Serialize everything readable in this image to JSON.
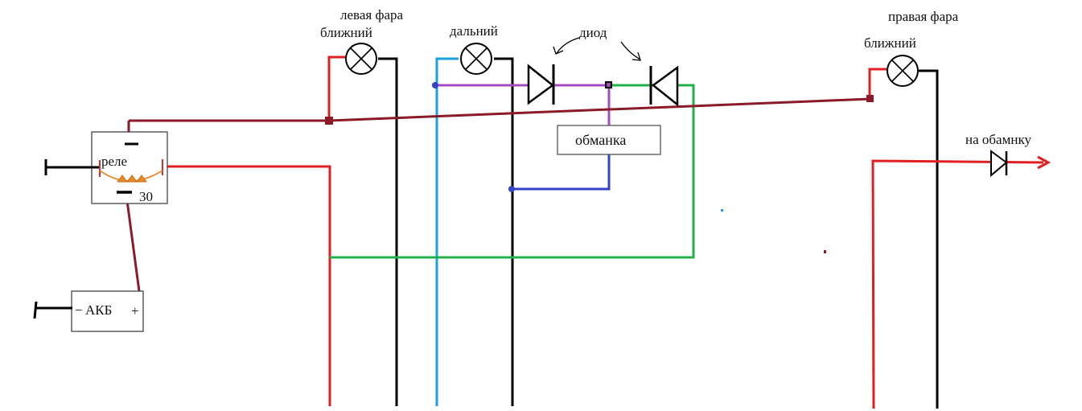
{
  "labels": {
    "left_headlight": "левая фара",
    "left_low_beam": "ближний",
    "left_high_beam": "дальний",
    "diode": "диод",
    "right_headlight": "правая фара",
    "right_low_beam": "ближний",
    "decoy_box": "обманка",
    "to_decoy": "на обамнку",
    "relay": "реле",
    "relay_pin": "30",
    "battery": "АКБ",
    "battery_minus": "−",
    "battery_plus": "+"
  },
  "colors": {
    "red": "#e02020",
    "black": "#000000",
    "blue": "#1aa0e0",
    "purple": "#a54cbd",
    "dark_red": "#8b1a2a",
    "green": "#22b04a",
    "dark_blue": "#3344c8",
    "orange": "#e8882a"
  }
}
